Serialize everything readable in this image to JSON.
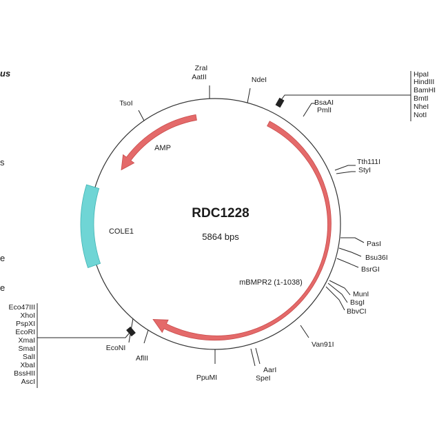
{
  "plasmid": {
    "name": "RDC1228",
    "size_label": "5864 bps"
  },
  "colors": {
    "backbone": "#333333",
    "arrow": "#e46a6a",
    "arrow_stroke": "#c84a4a",
    "cole1": "#6fd5d5",
    "cole1_stroke": "#3fb3b3",
    "ink": "#1a1a1a"
  },
  "features": [
    {
      "id": "amp",
      "label": "AMP"
    },
    {
      "id": "cole1",
      "label": "COLE1"
    },
    {
      "id": "mbmpr2",
      "label": "mBMPR2 (1-1038)"
    }
  ],
  "sites": {
    "zral_aatii": [
      "ZraI",
      "AatII"
    ],
    "ndei": "NdeI",
    "bsaai_pmli": [
      "BsaAI",
      "PmlI"
    ],
    "tsoi": "TsoI",
    "tth111i_styi": [
      "Tth111I",
      "StyI"
    ],
    "pasi": "PasI",
    "bsu36i": "Bsu36I",
    "bsrgi": "BsrGI",
    "muni_bsgi_bbvci": [
      "MunI",
      "BsgI",
      "BbvCI"
    ],
    "van91i": "Van91I",
    "aari_spei": [
      "AarI",
      "SpeI"
    ],
    "ppumi": "PpuMI",
    "afiii": "AflII",
    "econi": "EcoNI"
  },
  "mcs_right": [
    "HpaI",
    "HindIII",
    "BamHI",
    "BmtI",
    "NheI",
    "NotI"
  ],
  "mcs_left": [
    "Eco47III",
    "XhoI",
    "PspXI",
    "EcoRI",
    "XmaI",
    "SmaI",
    "SalI",
    "XbaI",
    "BssHII",
    "AscI"
  ],
  "edge_text": [
    "us",
    "s",
    "e",
    "e"
  ]
}
